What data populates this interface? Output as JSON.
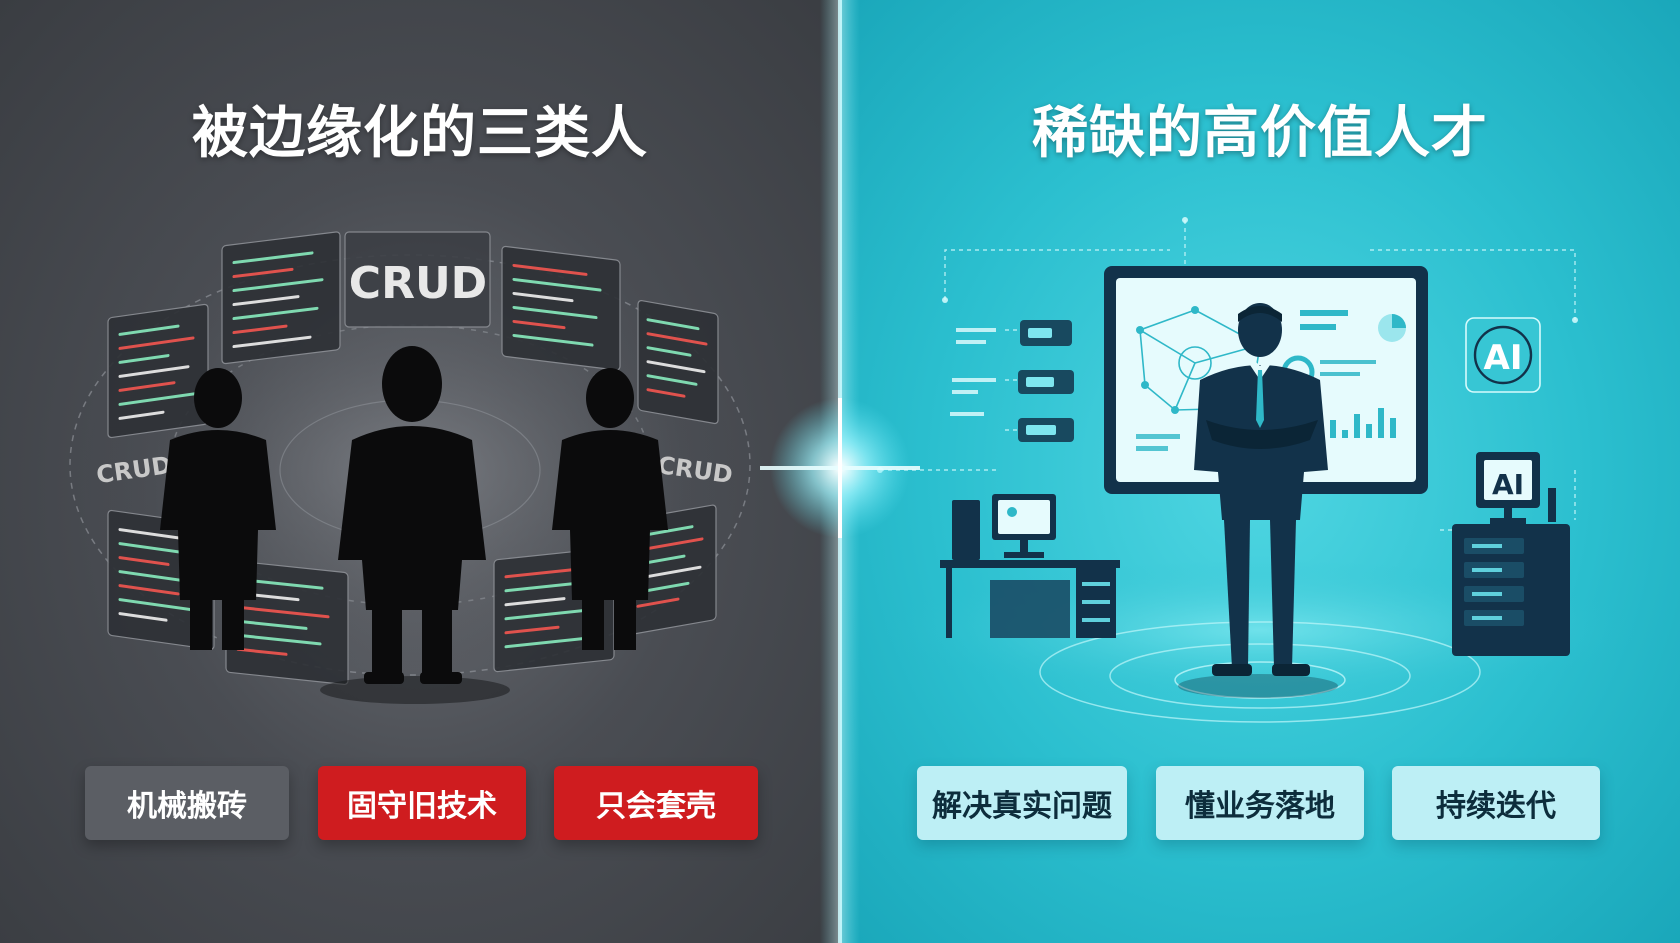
{
  "left": {
    "title": "被边缘化的三类人",
    "crud_main": "CRUD",
    "crud_left": "CRUD",
    "crud_right": "CRUD",
    "badges": [
      "机械搬砖",
      "固守旧技术",
      "只会套壳"
    ],
    "badge_colors": [
      "#5b5e64",
      "#cf1c1f",
      "#cf1c1f"
    ]
  },
  "right": {
    "title": "稀缺的高价值人才",
    "ai_label_top": "AI",
    "ai_label_monitor": "AI",
    "badges": [
      "解决真实问题",
      "懂业务落地",
      "持续迭代"
    ]
  },
  "colors": {
    "left_bg": "#4a4d53",
    "right_bg": "#2bbfcf",
    "code_green": "#7fd9b0",
    "code_red": "#e0524d",
    "navy": "#12324a"
  }
}
